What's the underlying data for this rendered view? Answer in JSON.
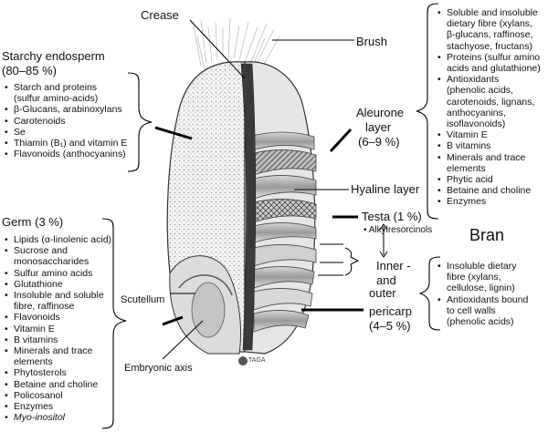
{
  "labels": {
    "crease": "Crease",
    "brush": "Brush",
    "starchy_title": "Starchy endosperm",
    "starchy_pct": "(80–85 %)",
    "aleurone_1": "Aleurone",
    "aleurone_2": "layer",
    "aleurone_pct": "(6–9 %)",
    "hyaline": "Hyaline layer",
    "testa": "Testa (1 %)",
    "alkylresorcinols": "• Alkylresorcinols",
    "bran": "Bran",
    "inner_1": "Inner -",
    "inner_2": "and",
    "inner_3": "outer",
    "pericarp": "pericarp",
    "pericarp_pct": "(4–5 %)",
    "germ": "Germ (3 %)",
    "scutellum": "Scutellum",
    "embryonic_axis": "Embryonic axis",
    "logo": "TAGA"
  },
  "starchy_items": [
    "Starch and proteins",
    "(sulfur amino-acids)",
    "β-Glucans, arabinoxylans",
    "Carotenoids",
    "Se",
    "Thiamin (B₁) and vitamin E",
    "Flavonoids (anthocyanins)"
  ],
  "germ_items": [
    "Lipids (α-linolenic acid)",
    "Sucrose and",
    "monosaccharides",
    "Sulfur amino acids",
    "Glutathione",
    "Insoluble and soluble",
    "fibre, raffinose",
    "Flavonoids",
    "Vitamin E",
    "B vitamins",
    "Minerals and trace",
    "elements",
    "Phytosterols",
    "Betaine and choline",
    "Policosanol",
    "Enzymes",
    "Myo-inositol"
  ],
  "aleurone_items": [
    "Soluble and insoluble",
    "dietary fibre (xylans,",
    "β-glucans, raffinose,",
    "stachyose, fructans)",
    "Proteins (sulfur amino",
    "acids and glutathione)",
    "Antioxidants",
    "(phenolic acids,",
    "carotenoids, lignans,",
    "anthocyanins,",
    "isoflavonoids)",
    "Vitamin E",
    "B vitamins",
    "Minerals and trace",
    "elements",
    "Phytic acid",
    "Betaine and choline",
    "Enzymes"
  ],
  "pericarp_items": [
    "Insoluble dietary",
    "fibre (xylans,",
    "cellulose, lignin)",
    "Antioxidants bound",
    "to cell walls",
    "(phenolic acids)"
  ]
}
